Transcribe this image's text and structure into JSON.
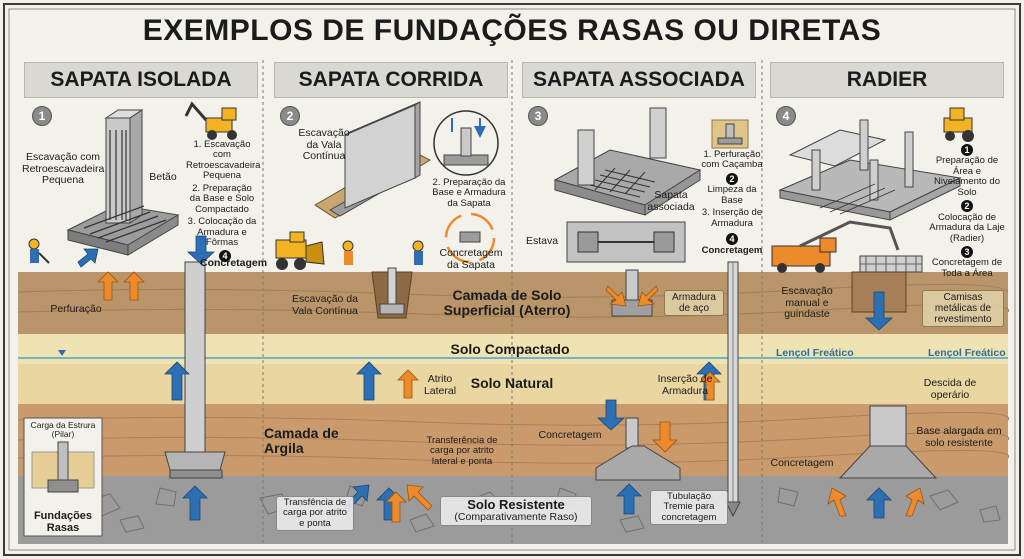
{
  "title": "EXEMPLOS DE FUNDAÇÕES RASAS OU DIRETAS",
  "sections": [
    {
      "label": "SAPATA ISOLADA",
      "number": "1"
    },
    {
      "label": "SAPATA CORRIDA",
      "number": "2"
    },
    {
      "label": "SAPATA ASSOCIADA",
      "number": "3"
    },
    {
      "label": "RADIER",
      "number": "4"
    }
  ],
  "soil_layers": {
    "surface": "Camada de Solo Superficial (Aterro)",
    "compacted": "Solo Compactado",
    "natural": "Solo Natural",
    "clay": "Camada de Argila",
    "resistant": "Solo Resistente",
    "resistant_note": "(Comparativamente Raso)",
    "water_table": "Lençol Freático"
  },
  "isolada": {
    "excavation": "Escavação com Retroescavadeira Pequena",
    "concrete": "Betão",
    "steps": [
      "1. Escavação com Retroescavadeira Pequena",
      "2. Preparação da Base e Solo Compactado",
      "3. Colocação da Armadura e Fôrmas"
    ],
    "step4": "Concretagem",
    "step4_num": "4",
    "drilling": "Perfuração",
    "inset_title": "Carga da Estrura (Pilar)",
    "inset_caption": "Fundações Rasas"
  },
  "corrida": {
    "trench_top": "Escavação da Vala Contínua",
    "prep": "2. Preparação da Base e Armadura da Sapata",
    "concreting": "Concretagem da Sapata",
    "trench_label": "Escavação da Vala Contínua",
    "lateral": "Atrito Lateral",
    "transfer": "Transferência de carga por atrito lateral e ponta",
    "transfer2": "Transfência de carga por atrito e ponta"
  },
  "associada": {
    "label": "Sapata associada",
    "beam": "Estava",
    "steps": [
      "1. Perfuração com Caçamba",
      "Limpeza da Base",
      "3. Inserção de Armadura",
      "Concretagem"
    ],
    "step_nums": [
      "2",
      "4"
    ],
    "rebar": "Armadura de aço",
    "insert": "Inserção de Armadura",
    "concreting": "Concretagem",
    "tremie": "Tubulação Tremie para concretagem"
  },
  "radier": {
    "steps": [
      "Preparação de Área e Nivelamento do Solo",
      "Colocação de Armadura da Laje (Radier)",
      "Concretagem de Toda a Área"
    ],
    "step_nums": [
      "1",
      "2",
      "3"
    ],
    "manual": "Escavação manual e guindaste",
    "casing": "Camisas metálicas de revestimento",
    "worker": "Descida de operário",
    "concreting": "Concretagem",
    "base": "Base alargada em solo resistente"
  },
  "colors": {
    "surface": "#b99569",
    "compacted": "#efe3b4",
    "natural": "#e9d6a0",
    "clay": "#c99a6c",
    "rock": "#9b9b9b",
    "arrow_blue": "#2d6fb3",
    "arrow_orange": "#ec8a2c"
  }
}
